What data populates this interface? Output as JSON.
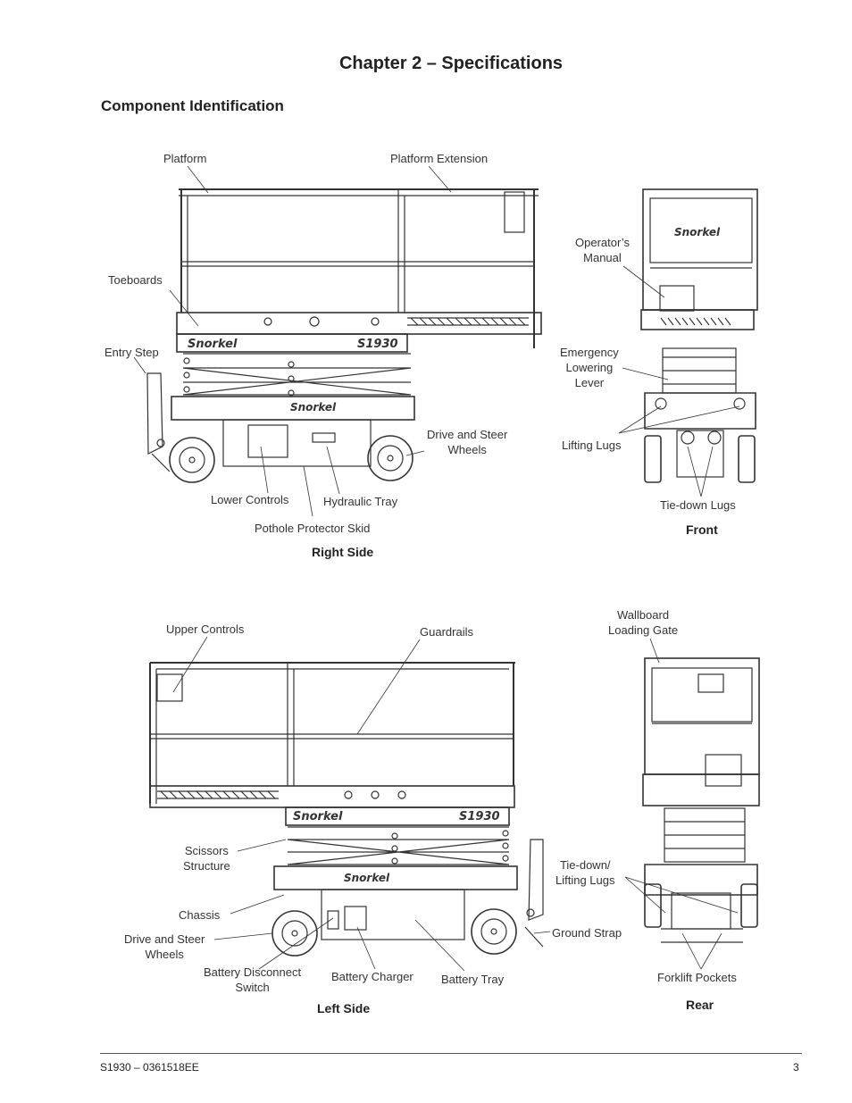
{
  "header": {
    "chapter_title": "Chapter 2 – Specifications",
    "section_heading": "Component Identification"
  },
  "figure": {
    "brand_logo": "Snorkel",
    "model_badge": "S1930",
    "views": {
      "right_side": "Right Side",
      "front": "Front",
      "left_side": "Left Side",
      "rear": "Rear"
    },
    "labels": {
      "platform": "Platform",
      "platform_extension": "Platform Extension",
      "toeboards": "Toeboards",
      "entry_step": "Entry Step",
      "drive_steer_wheels_right": "Drive and Steer\nWheels",
      "lower_controls": "Lower Controls",
      "hydraulic_tray": "Hydraulic Tray",
      "pothole_protector_skid": "Pothole Protector Skid",
      "operators_manual": "Operator’s\nManual",
      "emergency_lowering_lever": "Emergency\nLowering\nLever",
      "lifting_lugs": "Lifting Lugs",
      "tie_down_lugs": "Tie-down Lugs",
      "upper_controls": "Upper Controls",
      "guardrails": "Guardrails",
      "wallboard_loading_gate": "Wallboard\nLoading Gate",
      "scissors_structure": "Scissors\nStructure",
      "chassis": "Chassis",
      "drive_steer_wheels_left": "Drive and Steer\nWheels",
      "battery_disconnect_switch": "Battery Disconnect\nSwitch",
      "battery_charger": "Battery Charger",
      "battery_tray": "Battery Tray",
      "tie_down_lifting_lugs": "Tie-down/\nLifting Lugs",
      "ground_strap": "Ground Strap",
      "forklift_pockets": "Forklift Pockets"
    }
  },
  "footer": {
    "doc_id": "S1930 – 0361518EE",
    "page_number": "3"
  }
}
